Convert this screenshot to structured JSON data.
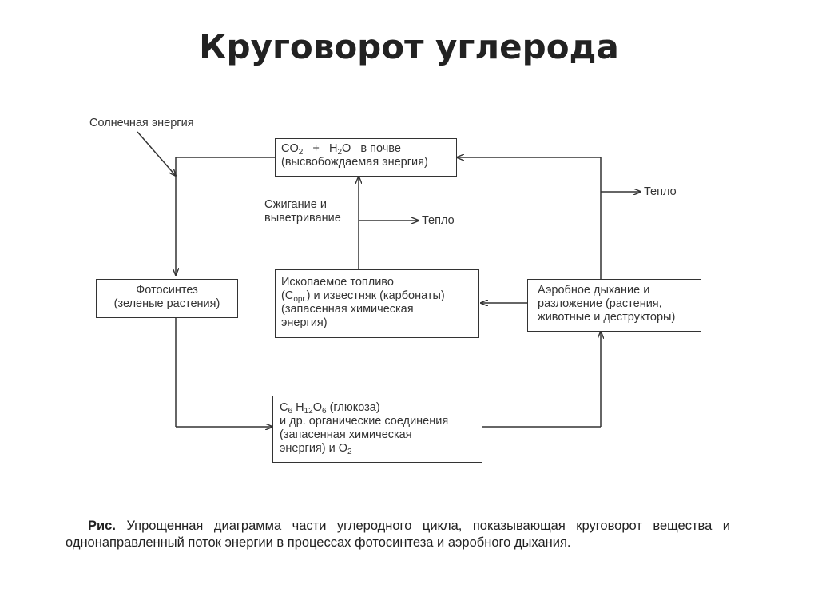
{
  "title": "Круговорот углерода",
  "labels": {
    "solar": "Солнечная энергия",
    "burning_1": "Сжигание и",
    "burning_2": "выветривание",
    "heat_middle": "Тепло",
    "heat_right": "Тепло"
  },
  "boxes": {
    "soil": {
      "co2": "CO",
      "co2_sub": "2",
      "plus": "+",
      "h2o_h": "H",
      "h2o_sub": "2",
      "h2o_o": "O",
      "in_soil": "в почве",
      "line2": "(высвобождаемая энергия)"
    },
    "photosynthesis": {
      "line1": "Фотосинтез",
      "line2": "(зеленые растения)"
    },
    "fossil": {
      "line1": "Ископаемое топливо",
      "line2_a": "(С",
      "line2_sub": "орг.",
      "line2_b": ") и известняк (карбонаты)",
      "line3": "(запасенная химическая",
      "line4": "энергия)"
    },
    "aerobic": {
      "line1": "Аэробное дыхание и",
      "line2": "разложение (растения,",
      "line3": "животные и деструкторы)"
    },
    "glucose": {
      "c": "С",
      "c_sub": "6",
      "h": "H",
      "h_sub": "12",
      "o": "O",
      "o_sub": "6",
      "glucose": "(глюкоза)",
      "line2": "и др. органические соединения",
      "line3": "(запасенная химическая",
      "line4_a": "энергия) и O",
      "line4_sub": "2"
    }
  },
  "caption": {
    "label": "Рис.",
    "text": "Упрощенная диаграмма части углеродного цикла, показывающая круговорот вещества и однонаправленный поток энергии в процессах фотосинтеза и аэробного дыхания."
  }
}
